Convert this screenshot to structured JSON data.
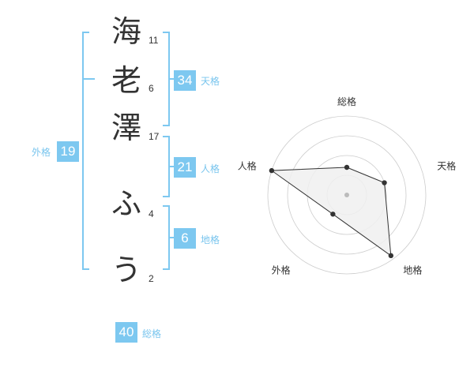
{
  "name": {
    "chars": [
      {
        "char": "海",
        "strokes": "11"
      },
      {
        "char": "老",
        "strokes": "6"
      },
      {
        "char": "澤",
        "strokes": "17"
      },
      {
        "char": "ふ",
        "strokes": "4"
      },
      {
        "char": "う",
        "strokes": "2"
      }
    ]
  },
  "kaku": {
    "tenkaku": {
      "value": "34",
      "label": "天格"
    },
    "jinkaku": {
      "value": "21",
      "label": "人格"
    },
    "chikaku": {
      "value": "6",
      "label": "地格"
    },
    "gaikaku": {
      "value": "19",
      "label": "外格"
    },
    "soukaku": {
      "value": "40",
      "label": "総格"
    }
  },
  "colors": {
    "accent": "#7dc8f0",
    "accent_text": "#79c5ee",
    "text": "#333333",
    "radar_fill": "#f0f0f0",
    "radar_line": "#333333",
    "grid": "#cccccc"
  },
  "chart_data": {
    "type": "radar",
    "axes": [
      "総格",
      "天格",
      "地格",
      "外格",
      "人格"
    ],
    "rings": 4,
    "values": [
      1.4,
      2.0,
      3.8,
      1.2,
      4.0
    ],
    "max": 4
  }
}
